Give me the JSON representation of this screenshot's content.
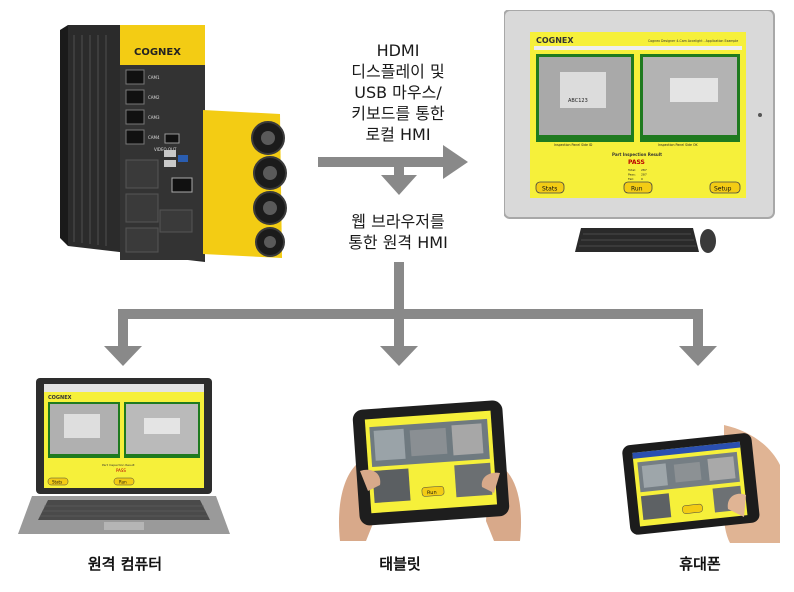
{
  "labels": {
    "local_hmi": [
      "HDMI",
      "디스플레이 및",
      "USB 마우스/",
      "키보드를 통한",
      "로컬 HMI"
    ],
    "remote_hmi": [
      "웹 브라우저를",
      "통한 원격 HMI"
    ],
    "remote_computer": "원격 컴퓨터",
    "tablet": "태블릿",
    "mobile": "휴대폰"
  },
  "device": {
    "brand": "COGNEX",
    "ports": [
      "CAM1",
      "CAM2",
      "CAM3",
      "CAM4",
      "VIDEO OUT"
    ]
  },
  "hmi_screen": {
    "brand": "COGNEX",
    "header_title": "Cognex Designer 4-Cam Accelight - Application Example",
    "left_panel_caption": "Inspection Panel Side ID",
    "right_panel_caption": "Inspection Panel Side OK",
    "result_title": "Part Inspection Result",
    "result_status": "PASS",
    "stats": [
      {
        "label": "Total:",
        "value": "287"
      },
      {
        "label": "Pass:",
        "value": "287"
      },
      {
        "label": "Fail:",
        "value": "0"
      }
    ],
    "stats_button": "Stats",
    "run_button": "Run",
    "setup_button": "Setup",
    "part_code": "ABC123"
  },
  "colors": {
    "arrow": "#898989",
    "hmi_yellow": "#f6f03a",
    "hmi_green": "#1f7a1f",
    "device_yellow": "#f3cc14",
    "device_body": "#2b2b2b"
  }
}
